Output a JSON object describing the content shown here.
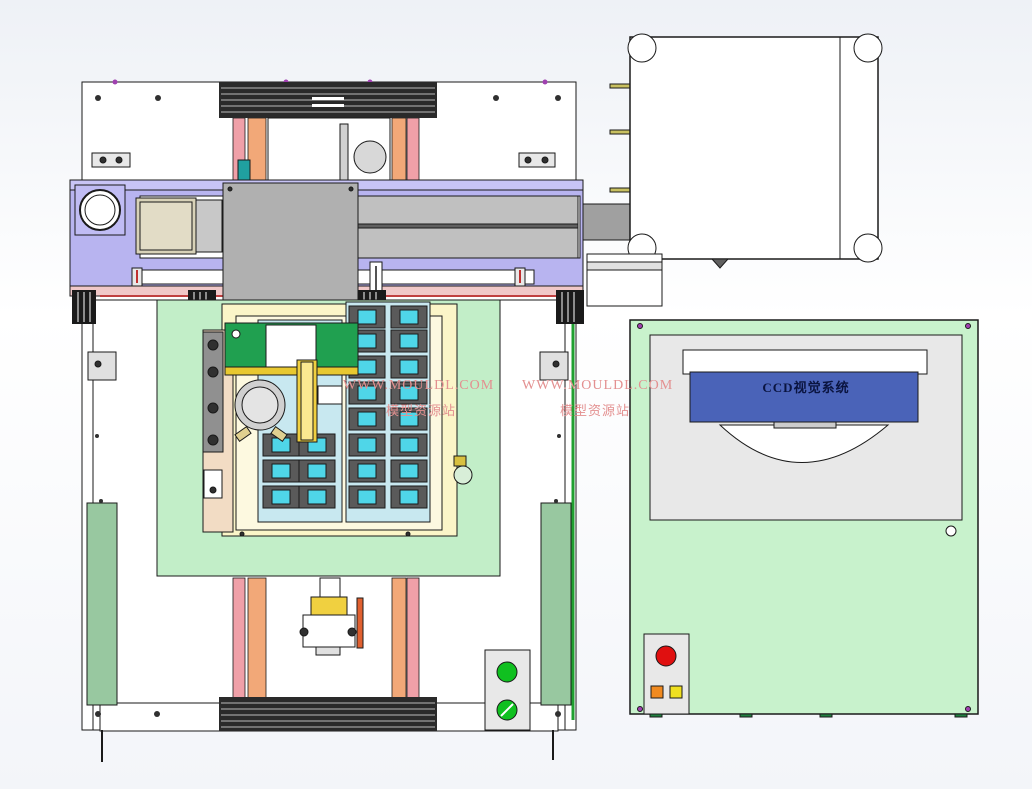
{
  "drawing": {
    "lcd_label": "CCD视觉系统",
    "palette": {
      "background": "#f2f4f8",
      "frame_fill": "#ffffff",
      "gantry_beam": "#b8b4f0",
      "base_plate": "#c2eec8",
      "cabinet": "#c8f2cc",
      "tray_yellow": "#fbf5c8",
      "rail_orange": "#f0a070",
      "rail_pink": "#f0a0a8",
      "pcb_green": "#20a050",
      "cyan_part": "#4fd6e8",
      "lcd_blue": "#4a63b8",
      "stop_red": "#e01010",
      "start_green": "#10c020",
      "outline": "#1a1a1a"
    }
  },
  "watermarks": [
    {
      "url": "WWW.MOULDL.COM",
      "cn": "模型资源站"
    },
    {
      "url": "WWW.MOULDL.COM",
      "cn": "模型资源站"
    }
  ]
}
